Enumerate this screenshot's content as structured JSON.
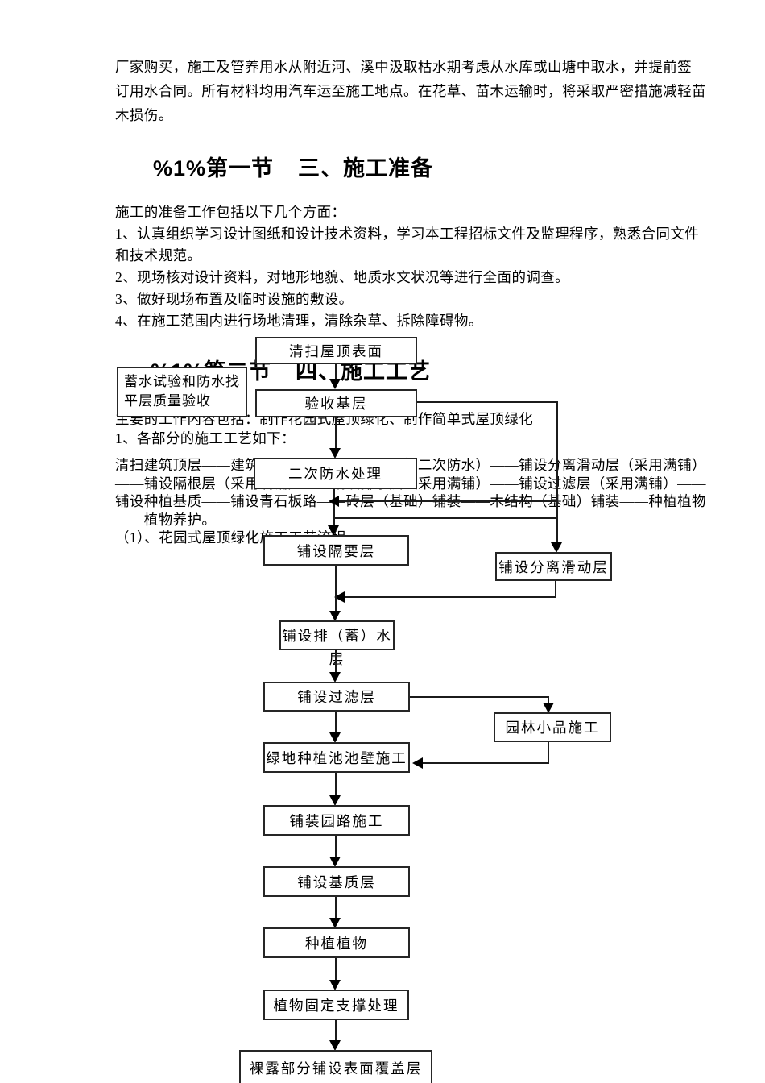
{
  "doc": {
    "para1": {
      "lines": [
        "厂家购买，施工及管养用水从附近河、溪中汲取枯水期考虑从水库或山塘中取水，并提前签",
        "订用水合同。所有材料均用汽车运至施工地点。在花草、苗木运输时，将采取严密措施减轻苗",
        "木损伤。"
      ]
    },
    "section_prepare": {
      "number": "%1%第一节",
      "title": "三、施工准备"
    },
    "prepare": {
      "lines": [
        "施工的准备工作包括以下几个方面：",
        "1、认真组织学习设计图纸和设计技术资料，学习本工程招标文件及监理程序，熟悉合同文件",
        "和技术规范。",
        "2、现场核对设计资料，对地形地貌、地质水文状况等进行全面的调查。",
        "3、做好现场布置及临时设施的敷设。",
        "4、在施工范围内进行场地清理，清除杂草、拆除障碍物。"
      ]
    },
    "section_process": {
      "number": "%1%第二节",
      "title": "四、施工工艺"
    },
    "process": {
      "lines": [
        "主要的工作内容包括：制作花园式屋顶绿化、制作简单式屋顶绿化",
        "1、各部分的施工工艺如下：",
        "清扫建筑顶层——建筑顶层防水查验——（建筑二次防水）——铺设分离滑动层（采用满铺）",
        "——铺设隔根层（采用满铺）——铺设排水层（采用满铺）——铺设过滤层（采用满铺）——",
        "铺设种植基质——铺设青石板路——砖层（基础）铺装——木结构（基础）铺装——种植植物",
        "——植物养护。",
        "（1）、花园式屋顶绿化施工工艺流程"
      ]
    },
    "flowchart": {
      "clean_roof": "清扫屋顶表面",
      "water_test": "蓄水试验和防水找平层质量验收",
      "accept_base": "验收基层",
      "second_waterproof": "二次防水处理",
      "root_barrier": "铺设隔要层",
      "separation_slide": "铺设分离滑动层",
      "drain_line1": "铺设排（蓄）水",
      "drain_line2": "层",
      "filter": "铺设过滤层",
      "garden_feature": "园林小品施工",
      "plant_pool": "绿地种植池池壁施工",
      "pave_path": "铺装园路施工",
      "substrate": "铺设基质层",
      "plant": "种植植物",
      "plant_support": "植物固定支撑处理",
      "bare_cover": "裸露部分铺设表面覆盖层"
    }
  }
}
